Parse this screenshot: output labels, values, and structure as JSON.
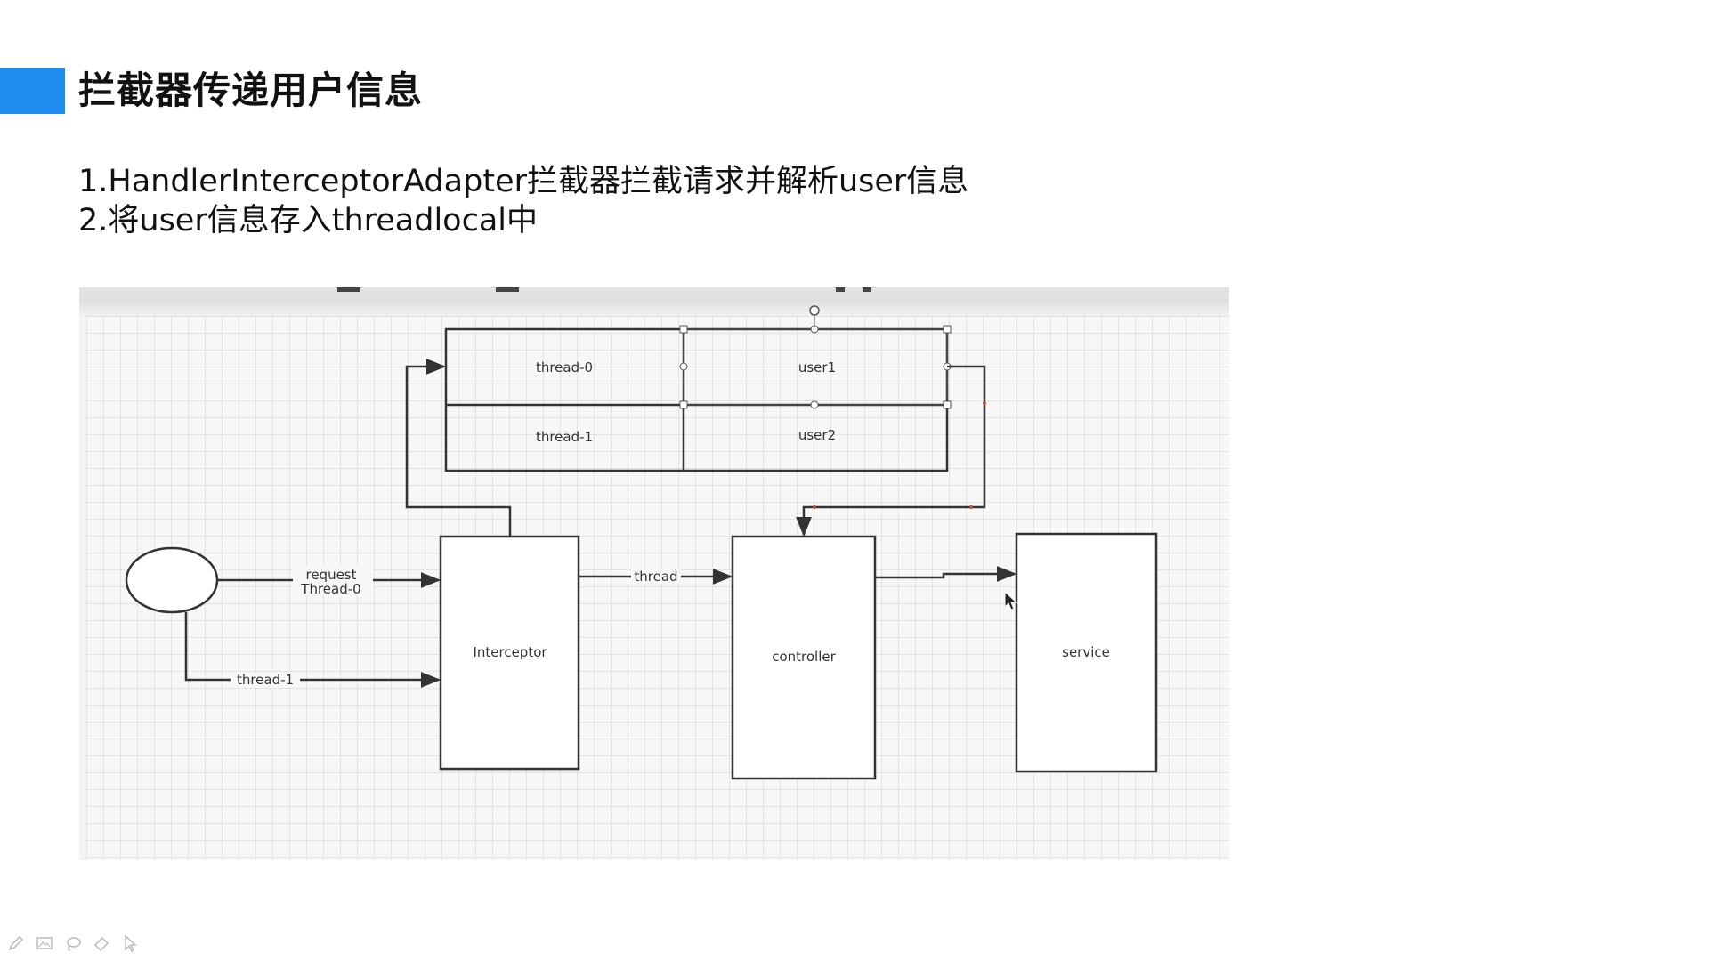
{
  "slide": {
    "title": "拦截器传递用户信息",
    "bullets": [
      "1.HandlerInterceptorAdapter拦截器拦截请求并解析user信息",
      "2.将user信息存入threadlocal中"
    ]
  },
  "diagram": {
    "table": {
      "rows": [
        [
          "thread-0",
          "user1"
        ],
        [
          "thread-1",
          "user2"
        ]
      ]
    },
    "boxes": {
      "interceptor": "Interceptor",
      "controller": "controller",
      "service": "service"
    },
    "edges": {
      "request_line1": "request",
      "request_line2": "Thread-0",
      "thread1": "thread-1",
      "thread": "thread"
    }
  },
  "colors": {
    "accent": "#1e8cf0",
    "line": "#333333",
    "grid": "#e3e3e3",
    "selection_handle": "#d04040"
  },
  "bottom_toolbar": {
    "icons": [
      "pen-icon",
      "image-icon",
      "lasso-icon",
      "eraser-icon",
      "pointer-icon"
    ]
  }
}
